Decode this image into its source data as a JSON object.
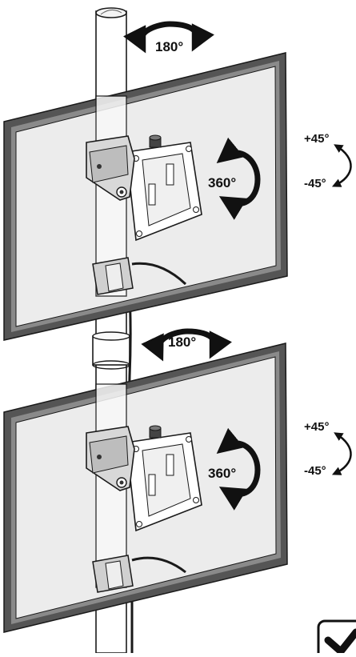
{
  "diagram": {
    "swivel_label": "180°",
    "rotation_label": "360°",
    "tilt_up_label": "+45°",
    "tilt_down_label": "-45°"
  },
  "monitors": [
    {
      "position": "top"
    },
    {
      "position": "bottom"
    }
  ],
  "colors": {
    "line": "#1a1a1a",
    "frame": "#555555",
    "screen": "#ececec",
    "pole": "#ffffff"
  },
  "icons": {
    "swivel": "curved-double-arrow-icon",
    "rotation": "circular-arrow-icon",
    "tilt": "arc-arrow-icon",
    "corner": "checkmark-icon"
  }
}
